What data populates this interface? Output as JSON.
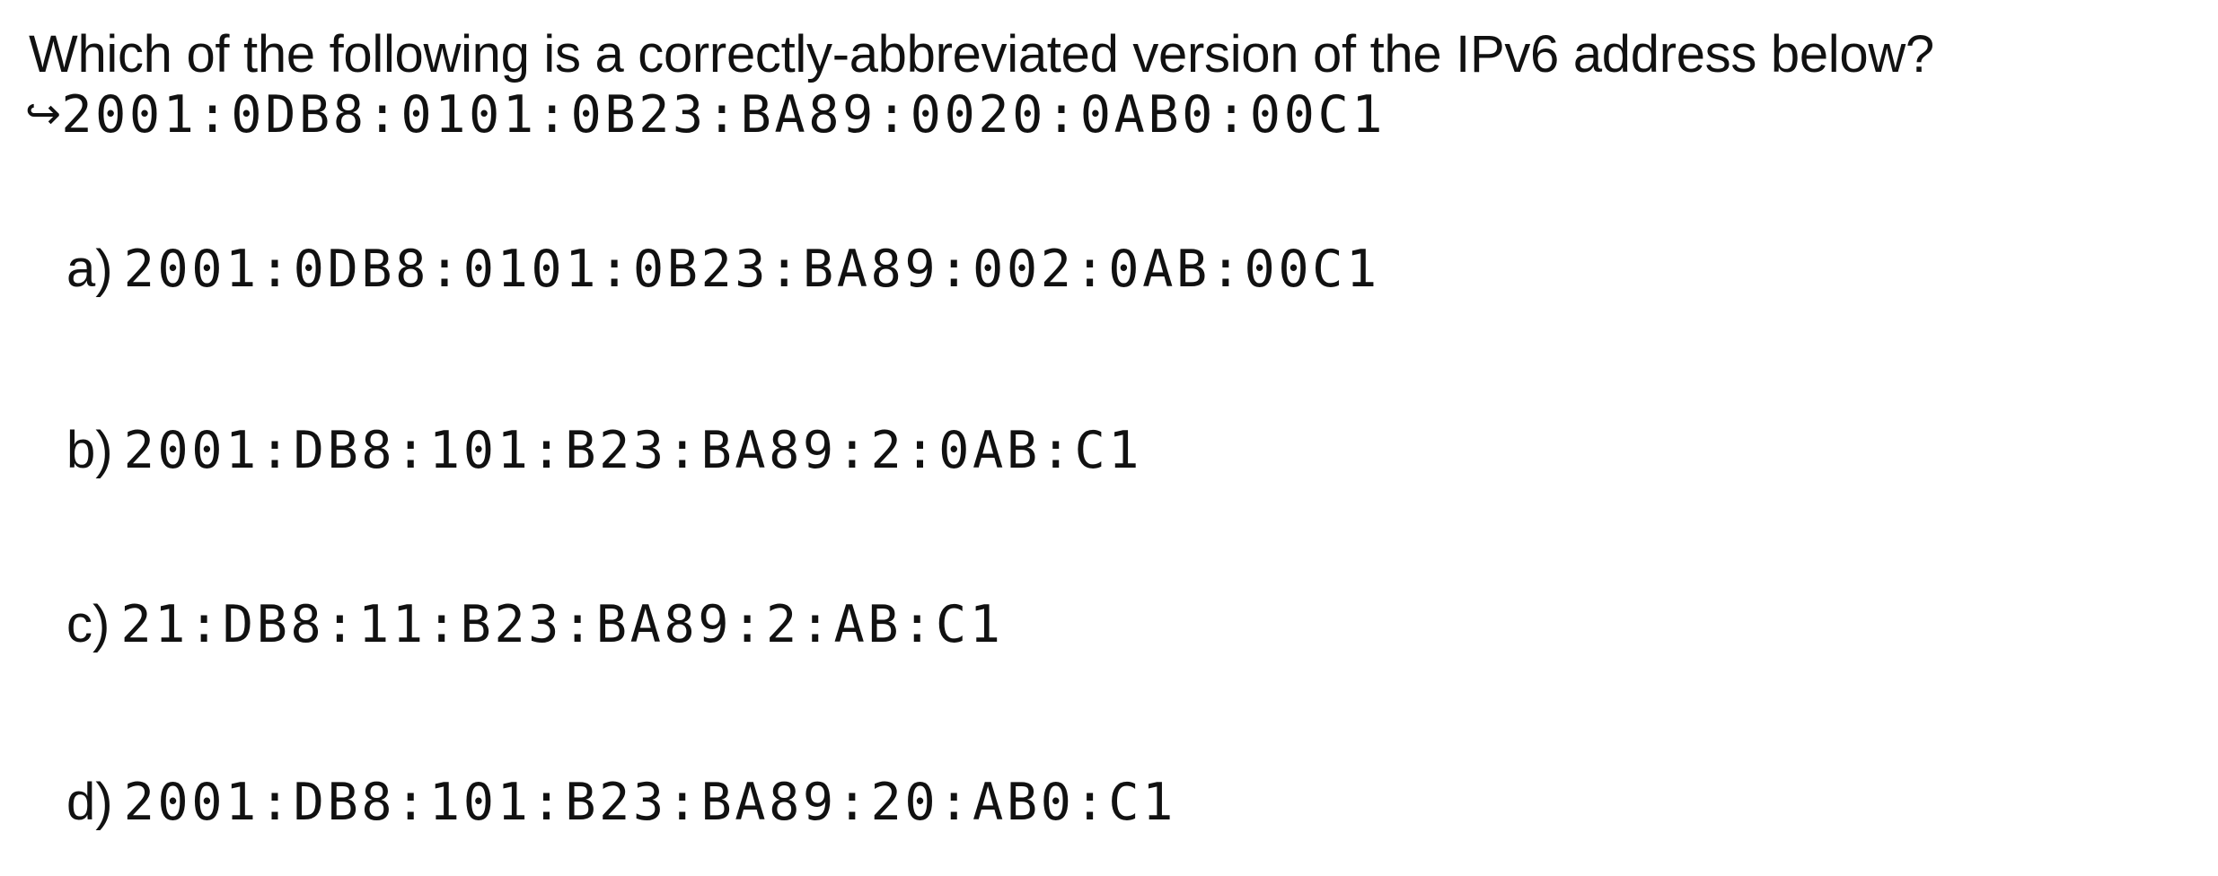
{
  "question": {
    "text": "Which of the following is a correctly-abbreviated version of the IPv6 address below?",
    "arrow": "↪",
    "address": "2001:0DB8:0101:0B23:BA89:0020:0AB0:00C1"
  },
  "options": [
    {
      "letter": "a)",
      "value": "2001:0DB8:0101:0B23:BA89:002:0AB:00C1"
    },
    {
      "letter": "b)",
      "value": "2001:DB8:101:B23:BA89:2:0AB:C1"
    },
    {
      "letter": "c)",
      "value": "21:DB8:11:B23:BA89:2:AB:C1"
    },
    {
      "letter": "d)",
      "value": "2001:DB8:101:B23:BA89:20:AB0:C1"
    }
  ]
}
